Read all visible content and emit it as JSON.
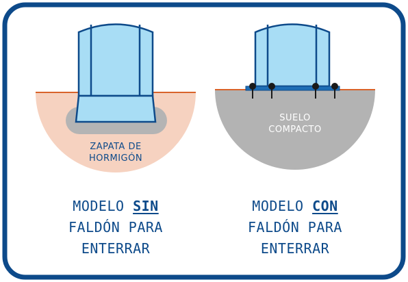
{
  "colors": {
    "frame_border": "#0d4a8a",
    "frame_background": "#ffffff",
    "post_fill": "#a8ddf5",
    "post_stroke": "#0d4a8a",
    "ground_line": "#d9632a",
    "concrete_soil": "#f6d2c0",
    "concrete_footing": "#b4b4b4",
    "compact_soil": "#b3b3b3",
    "anchor": "#1a1a1a",
    "label_dark": "#0d4a8a",
    "label_light": "#ffffff"
  },
  "left_panel": {
    "soil_label_line1": "ZAPATA DE",
    "soil_label_line2": "HORMIGÓN",
    "caption_line1_prefix": "MODELO ",
    "caption_line1_emphasis": "SIN",
    "caption_line2": "FALDÓN PARA",
    "caption_line3": "ENTERRAR"
  },
  "right_panel": {
    "soil_label_line1": "SUELO",
    "soil_label_line2": "COMPACTO",
    "caption_line1_prefix": "MODELO ",
    "caption_line1_emphasis": "CON",
    "caption_line2": "FALDÓN PARA",
    "caption_line3": "ENTERRAR"
  }
}
